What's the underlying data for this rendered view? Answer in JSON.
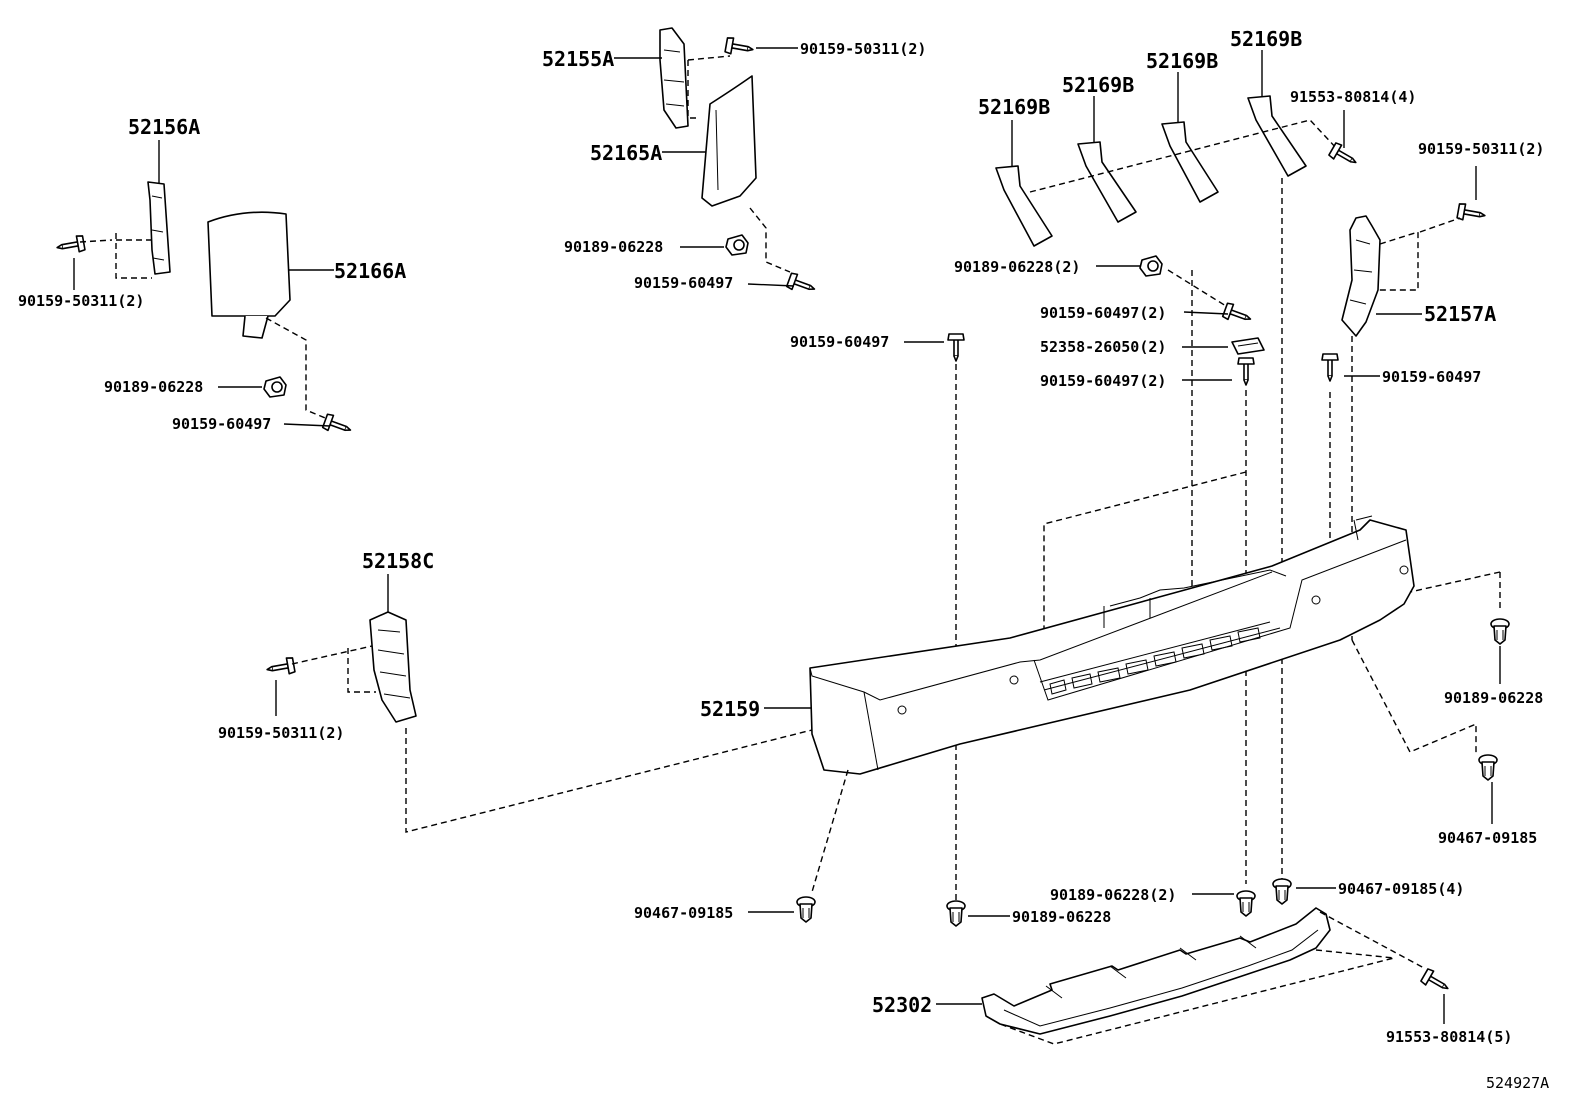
{
  "diagram_id": "524927A",
  "labels": {
    "p52156A": "52156A",
    "p52166A": "52166A",
    "b90159_50311_2_a": "90159-50311(2)",
    "c90189_06228_a": "90189-06228",
    "b90159_60497_a": "90159-60497",
    "p52155A": "52155A",
    "b90159_50311_2_b": "90159-50311(2)",
    "p52165A": "52165A",
    "c90189_06228_b": "90189-06228",
    "b90159_60497_b": "90159-60497",
    "p52169B_1": "52169B",
    "p52169B_2": "52169B",
    "p52169B_3": "52169B",
    "p52169B_4": "52169B",
    "b91553_80814_4": "91553-80814(4)",
    "b90159_50311_2_c": "90159-50311(2)",
    "c90189_06228_2_a": "90189-06228(2)",
    "b90159_60497_2_a": "90159-60497(2)",
    "p52358_26050_2": "52358-26050(2)",
    "b90159_60497_2_b": "90159-60497(2)",
    "b90159_60497_c": "90159-60497",
    "p52157A": "52157A",
    "b90159_60497_d": "90159-60497",
    "p52158C": "52158C",
    "b90159_50311_2_d": "90159-50311(2)",
    "p52159": "52159",
    "c90189_06228_c": "90189-06228",
    "c90467_09185_a": "90467-09185",
    "c90467_09185_b": "90467-09185",
    "c90189_06228_d": "90189-06228",
    "c90189_06228_2_b": "90189-06228(2)",
    "c90467_09185_4": "90467-09185(4)",
    "p52302": "52302",
    "b91553_80814_5": "91553-80814(5)"
  }
}
